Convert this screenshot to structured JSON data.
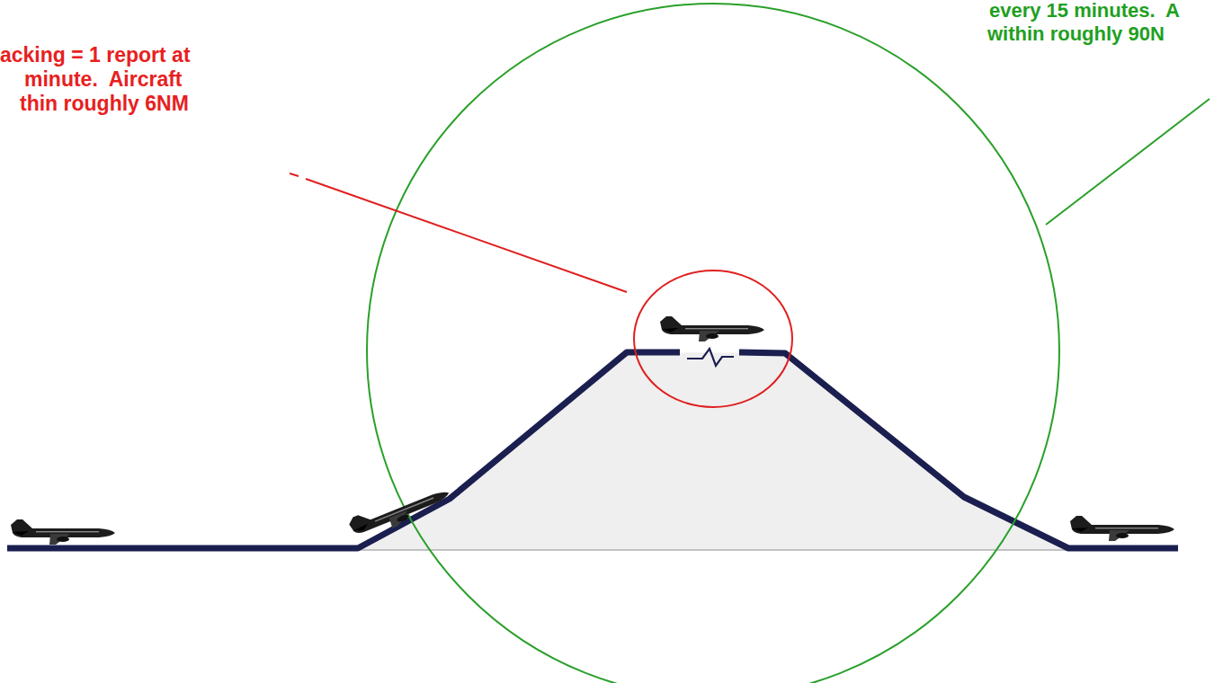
{
  "diagram": {
    "labels": [
      "acking = 1 report at",
      "minute.  Aircraft",
      "thin roughly 6NM",
      "every 15 minutes.  A",
      "within roughly 90N"
    ]
  }
}
